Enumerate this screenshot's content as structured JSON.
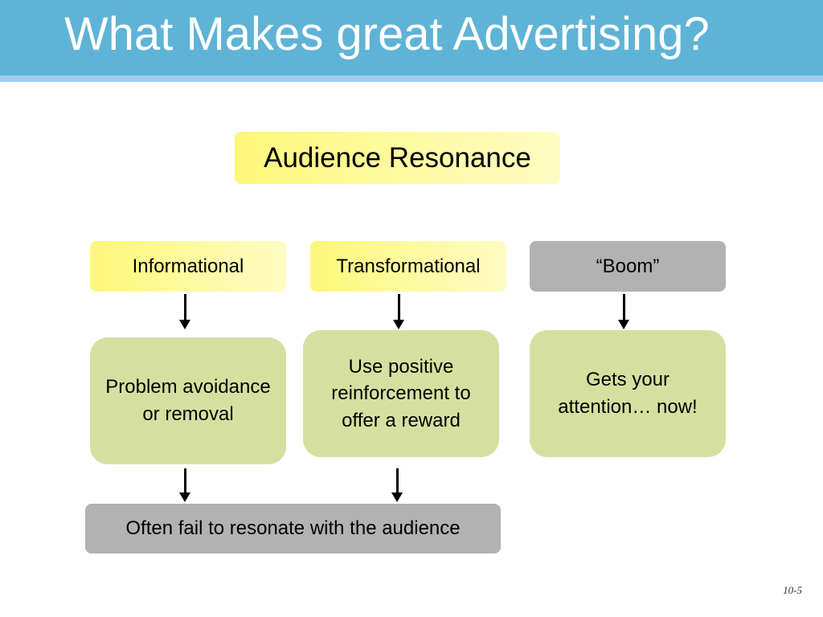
{
  "slide": {
    "title": "What Makes great Advertising?",
    "page_number": "10-5"
  },
  "diagram": {
    "root": "Audience Resonance",
    "categories": [
      {
        "label": "Informational",
        "description": "Problem avoidance or removal"
      },
      {
        "label": "Transformational",
        "description": "Use positive reinforcement to offer a reward"
      },
      {
        "label": "“Boom”",
        "description": "Gets your attention… now!"
      }
    ],
    "outcome": "Often fail to resonate with the audience"
  },
  "colors": {
    "title_bar": "#5fb3d6",
    "title_underline": "#9fcdf0",
    "yellow_box": "#fdf77a",
    "gray_box": "#b2b2b2",
    "green_box": "#d5e0a0"
  }
}
